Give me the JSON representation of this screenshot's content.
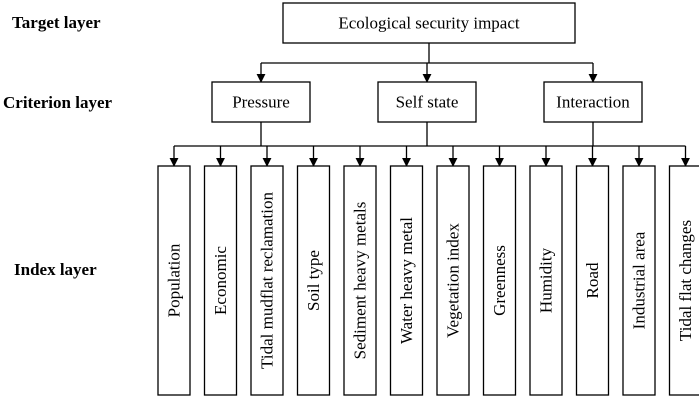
{
  "layers": {
    "target": "Target layer",
    "criterion": "Criterion layer",
    "index": "Index layer"
  },
  "target": "Ecological security impact",
  "criteria": [
    "Pressure",
    "Self state",
    "Interaction"
  ],
  "indices": [
    "Population",
    "Economic",
    "Tidal mudflat reclamation",
    "Soil type",
    "Sediment heavy metals",
    "Water heavy metal",
    "Vegetation index",
    "Greenness",
    "Humidity",
    "Road",
    "Industrial area",
    "Tidal flat changes"
  ]
}
